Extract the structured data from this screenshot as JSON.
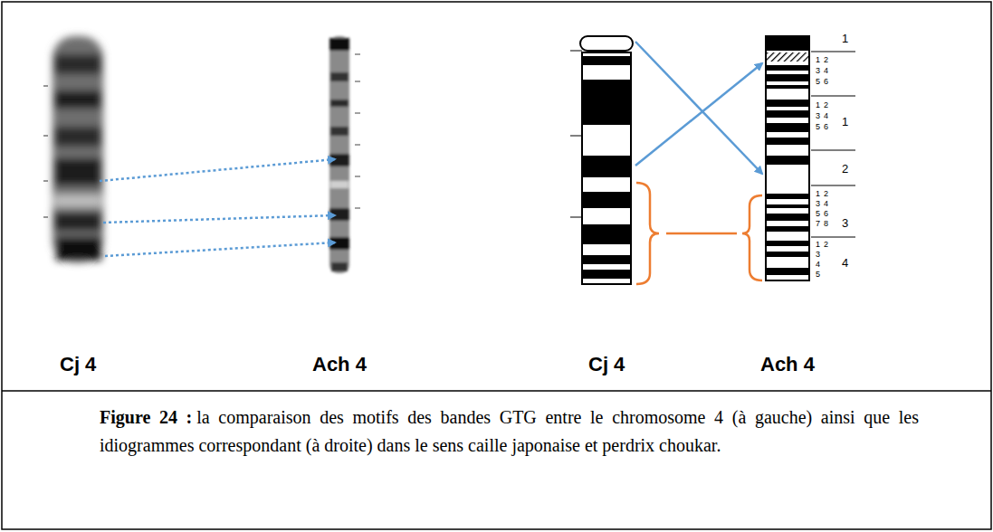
{
  "diagram": {
    "caption": "la comparaison des motifs des bandes GTG entre le chromosome 4 (à gauche) ainsi que les idiogrammes correspondant (à droite) dans le sens caille japonaise et perdrix choukar.",
    "labels": [
      "Cj 4",
      "Ach 4",
      "Cj 4",
      "Ach 4",
      "1",
      "1",
      "2",
      "3",
      "4",
      "1",
      "2",
      "3",
      "4",
      "5",
      "6",
      "1",
      "2",
      "3",
      "4",
      "5",
      "6",
      "1",
      "2",
      "3",
      "4",
      "5",
      "6",
      "7",
      "8",
      "1",
      "2",
      "3",
      "4",
      "5",
      "Figure 24 :"
    ]
  }
}
